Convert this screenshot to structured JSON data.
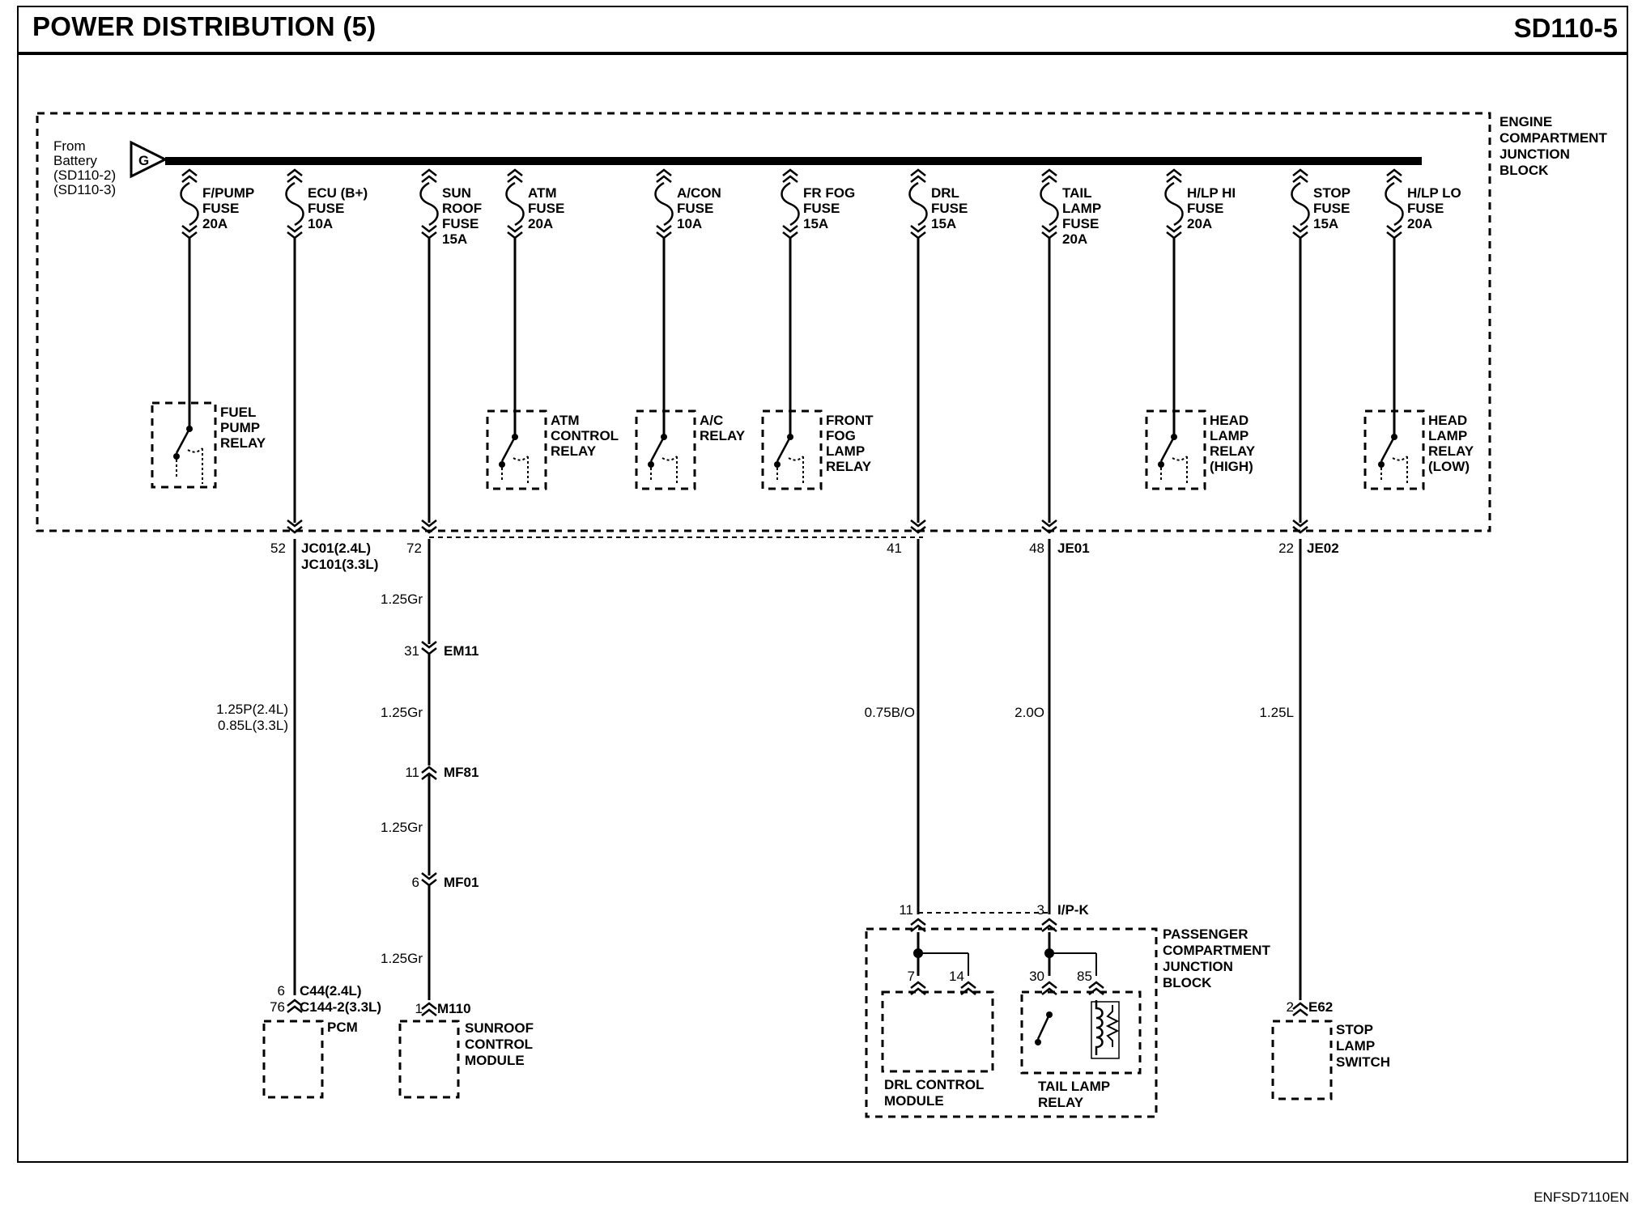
{
  "header": {
    "title": "POWER DISTRIBUTION (5)",
    "code": "SD110-5"
  },
  "footer": {
    "code": "ENFSD7110EN"
  },
  "source": {
    "label_lines": [
      "From",
      "Battery",
      "(SD110-2)",
      "(SD110-3)"
    ],
    "connector": "G"
  },
  "blocks": {
    "engine": [
      "ENGINE",
      "COMPARTMENT",
      "JUNCTION",
      "BLOCK"
    ],
    "passenger": [
      "PASSENGER",
      "COMPARTMENT",
      "JUNCTION",
      "BLOCK"
    ]
  },
  "fuses": [
    {
      "lines": [
        "F/PUMP",
        "FUSE",
        "20A"
      ]
    },
    {
      "lines": [
        "ECU (B+)",
        "FUSE",
        "10A"
      ]
    },
    {
      "lines": [
        "SUN",
        "ROOF",
        "FUSE",
        "15A"
      ]
    },
    {
      "lines": [
        "ATM",
        "FUSE",
        "20A"
      ]
    },
    {
      "lines": [
        "A/CON",
        "FUSE",
        "10A"
      ]
    },
    {
      "lines": [
        "FR FOG",
        "FUSE",
        "15A"
      ]
    },
    {
      "lines": [
        "DRL",
        "FUSE",
        "15A"
      ]
    },
    {
      "lines": [
        "TAIL",
        "LAMP",
        "FUSE",
        "20A"
      ]
    },
    {
      "lines": [
        "H/LP HI",
        "FUSE",
        "20A"
      ]
    },
    {
      "lines": [
        "STOP",
        "FUSE",
        "15A"
      ]
    },
    {
      "lines": [
        "H/LP LO",
        "FUSE",
        "20A"
      ]
    }
  ],
  "relays": [
    {
      "lines": [
        "FUEL",
        "PUMP",
        "RELAY"
      ]
    },
    {
      "lines": [
        "ATM",
        "CONTROL",
        "RELAY"
      ]
    },
    {
      "lines": [
        "A/C",
        "RELAY"
      ]
    },
    {
      "lines": [
        "FRONT",
        "FOG",
        "LAMP",
        "RELAY"
      ]
    },
    {
      "lines": [
        "HEAD",
        "LAMP",
        "RELAY",
        "(HIGH)"
      ]
    },
    {
      "lines": [
        "HEAD",
        "LAMP",
        "RELAY",
        "(LOW)"
      ]
    }
  ],
  "pcm_branch": {
    "pin_top": "52",
    "conn_top": [
      "JC01(2.4L)",
      "JC101(3.3L)"
    ],
    "wire": [
      "1.25P(2.4L)",
      "0.85L(3.3L)"
    ],
    "pins_bottom": [
      "6",
      "76"
    ],
    "conn_bottom": [
      "C44(2.4L)",
      "C144-2(3.3L)"
    ],
    "component": "PCM"
  },
  "sunroof_branch": {
    "pin_top": "72",
    "wire1": "1.25Gr",
    "pin2": "31",
    "conn2": "EM11",
    "wire2": "1.25Gr",
    "pin3": "11",
    "conn3": "MF81",
    "wire3": "1.25Gr",
    "pin4": "6",
    "conn4": "MF01",
    "wire4": "1.25Gr",
    "pin5": "1",
    "conn5": "M110",
    "component": [
      "SUNROOF",
      "CONTROL",
      "MODULE"
    ]
  },
  "drl_branch": {
    "pin_top": "41",
    "wire": "0.75B/O",
    "pin_ipk": "11",
    "pin_a": "7",
    "pin_b": "14",
    "component": [
      "DRL CONTROL",
      "MODULE"
    ]
  },
  "tail_branch": {
    "pin_top": "48",
    "conn_top": "JE01",
    "wire": "2.0O",
    "pin_ipk": "3",
    "conn_ipk": "I/P-K",
    "pin_a": "30",
    "pin_b": "85",
    "component": [
      "TAIL LAMP",
      "RELAY"
    ]
  },
  "stop_branch": {
    "pin_top": "22",
    "conn_top": "JE02",
    "wire": "1.25L",
    "pin_bottom": "2",
    "conn_bottom": "E62",
    "component": [
      "STOP",
      "LAMP",
      "SWITCH"
    ]
  }
}
